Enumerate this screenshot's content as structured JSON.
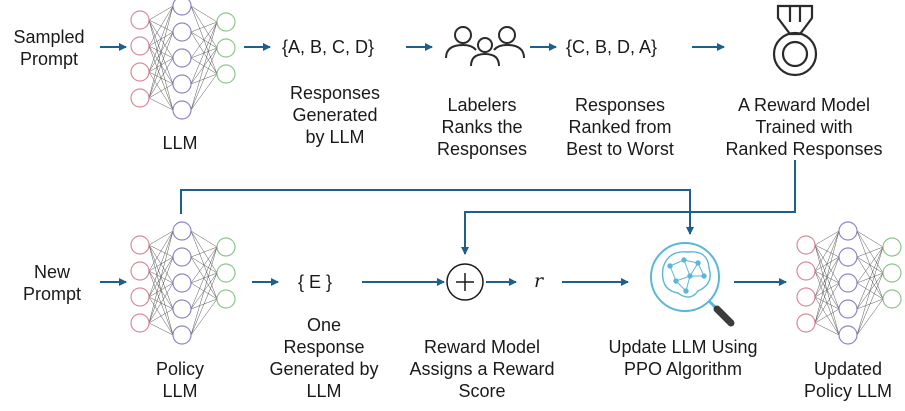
{
  "colors": {
    "arrow": "#1f5f8b",
    "net_input": "#d98a9a",
    "net_hidden": "#8c86c6",
    "net_output": "#8cc58c",
    "net_edge": "#555555",
    "icon": "#2a2a2a",
    "ppo_icon": "#5bb7d6"
  },
  "icons": {
    "labelers": "people-group-icon",
    "reward_model": "medal-icon",
    "ppo": "magnifier-brain-network-icon",
    "sum": "circled-plus-icon"
  },
  "row1": {
    "input_label": "Sampled\nPrompt",
    "network_label": "LLM",
    "responses_set": "{A, B, C, D}",
    "responses_caption": "Responses\nGenerated\nby LLM",
    "labelers_caption": "Labelers\nRanks the\nResponses",
    "ranked_set": "{C, B, D, A}",
    "ranked_caption": "Responses\nRanked from\nBest to Worst",
    "reward_caption": "A Reward Model\nTrained with\nRanked Responses"
  },
  "row2": {
    "input_label": "New\nPrompt",
    "network_label": "Policy\nLLM",
    "response_set": "{ E }",
    "response_caption": "One\nResponse\nGenerated by\nLLM",
    "reward_symbol": "r",
    "sum_caption": "Reward Model\nAssigns a Reward\nScore",
    "ppo_caption": "Update LLM Using\nPPO Algorithm",
    "output_caption": "Updated\nPolicy LLM"
  }
}
